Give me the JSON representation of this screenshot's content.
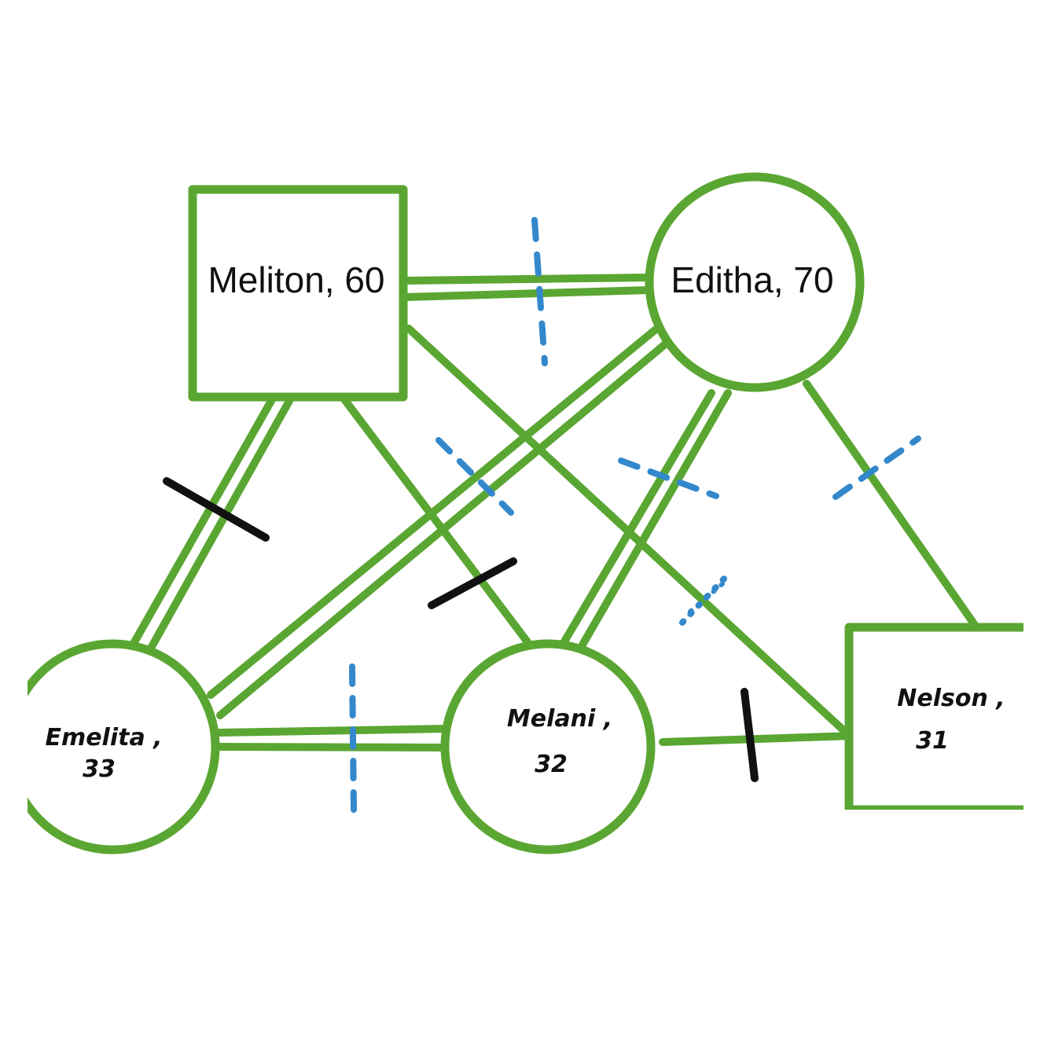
{
  "colors": {
    "shape_stroke": "#5aa632",
    "cutoff_mark": "#111111",
    "distant_mark": "#3388cc"
  },
  "nodes": [
    {
      "id": "meliton",
      "shape": "square",
      "label": "Meliton, 60"
    },
    {
      "id": "editha",
      "shape": "circle",
      "label": "Editha, 70"
    },
    {
      "id": "emelita",
      "shape": "circle",
      "label_line1": "Emelita ,",
      "label_line2": "33"
    },
    {
      "id": "melani",
      "shape": "circle",
      "label_line1": "Melani ,",
      "label_line2": "32"
    },
    {
      "id": "nelson",
      "shape": "square",
      "label_line1": "Nelson ,",
      "label_line2": "31"
    }
  ],
  "relationships": [
    {
      "from": "meliton",
      "to": "editha",
      "line": "double",
      "mark": "distant-dashed"
    },
    {
      "from": "meliton",
      "to": "emelita",
      "line": "double",
      "mark": "cutoff"
    },
    {
      "from": "meliton",
      "to": "melani",
      "line": "single",
      "mark": "cutoff"
    },
    {
      "from": "meliton",
      "to": "nelson",
      "line": "single",
      "mark": "distant-dotted"
    },
    {
      "from": "editha",
      "to": "emelita",
      "line": "double",
      "mark": "distant-dashed"
    },
    {
      "from": "editha",
      "to": "melani",
      "line": "double",
      "mark": "distant-dashed"
    },
    {
      "from": "editha",
      "to": "nelson",
      "line": "single",
      "mark": "distant-dashed"
    },
    {
      "from": "emelita",
      "to": "melani",
      "line": "double",
      "mark": "distant-dashed"
    },
    {
      "from": "melani",
      "to": "nelson",
      "line": "single",
      "mark": "cutoff"
    }
  ]
}
